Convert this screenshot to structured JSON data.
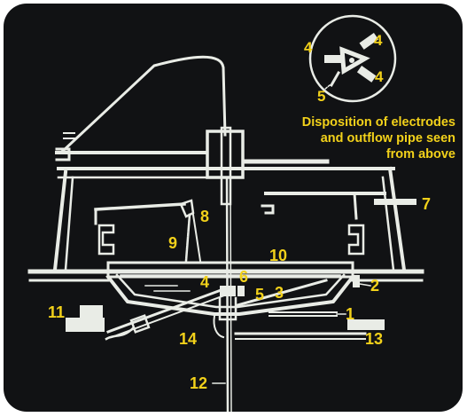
{
  "inset": {
    "numbers": [
      "4",
      "4",
      "4",
      "5"
    ]
  },
  "caption": {
    "line1": "Disposition of electrodes",
    "line2": "and outflow pipe seen",
    "line3": "from above"
  },
  "labels": {
    "n1": "1",
    "n2": "2",
    "n3": "3",
    "n4": "4",
    "n5": "5",
    "n6": "6",
    "n7": "7",
    "n8": "8",
    "n9": "9",
    "n10": "10",
    "n11": "11",
    "n12": "12",
    "n13": "13",
    "n14": "14"
  },
  "colors": {
    "background": "#111214",
    "lines": "#e9ece6",
    "labels": "#f2d11a"
  }
}
